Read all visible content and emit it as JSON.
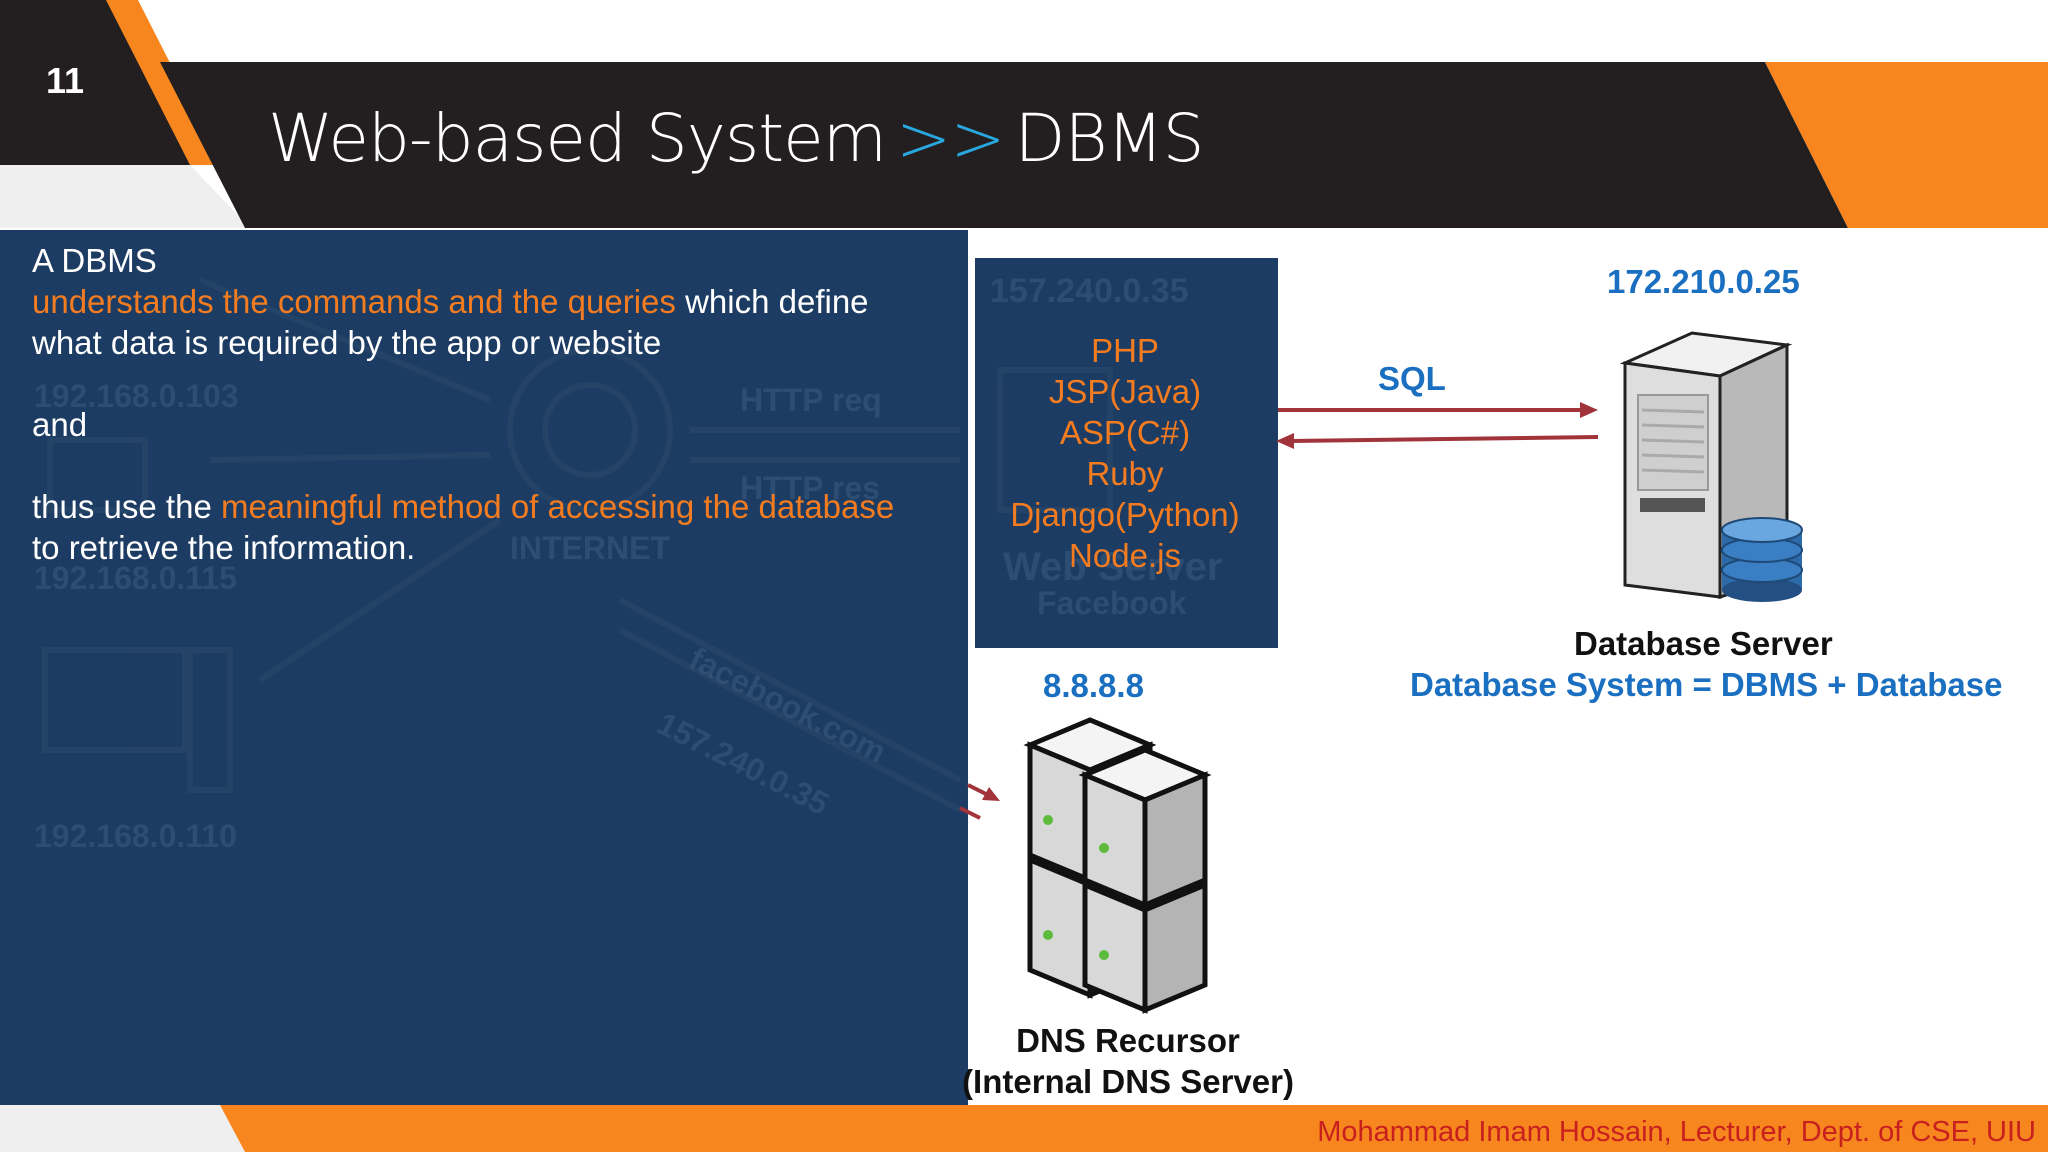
{
  "slide": {
    "number": "11",
    "title_part1": "Web-based System",
    "title_sep": ">>",
    "title_part2": "DBMS"
  },
  "text": {
    "line1": "A DBMS",
    "line2_highlight": "understands the commands and the queries",
    "line2_rest": " which define",
    "line3": "what data is required by the app or website",
    "and": "and",
    "line5_start": "thus use the ",
    "line5_highlight": "meaningful method of accessing the database",
    "line6": "to retrieve the information."
  },
  "faded_diagram": {
    "webserver_ip": "157.240.0.35",
    "client_ip_1": "192.168.0.103",
    "client_ip_2": "192.168.0.115",
    "client_ip_3": "192.168.0.110",
    "http_req": "HTTP req",
    "http_res": "HTTP res",
    "internet": "INTERNET",
    "web_server": "Web Server",
    "facebook": "Facebook",
    "facebook_com": "facebook.com",
    "response_ip": "157.240.0.35"
  },
  "web_languages": [
    "PHP",
    "JSP(Java)",
    "ASP(C#)",
    "Ruby",
    "Django(Python)",
    "Node.js"
  ],
  "db_server": {
    "ip": "172.210.0.25",
    "label": "Database Server",
    "equation": "Database System = DBMS + Database"
  },
  "sql_label": "SQL",
  "dns": {
    "ip": "8.8.8.8",
    "label_line1": "DNS Recursor",
    "label_line2": "(Internal DNS Server)"
  },
  "footer": "Mohammad Imam Hossain, Lecturer, Dept. of CSE, UIU",
  "colors": {
    "dark_bar": "#231f20",
    "orange": "#f7861e",
    "panel_blue": "#1d3c63",
    "accent_blue": "#1a6fc0",
    "arrow_red": "#a0343a",
    "footer_red": "#c8201f"
  }
}
